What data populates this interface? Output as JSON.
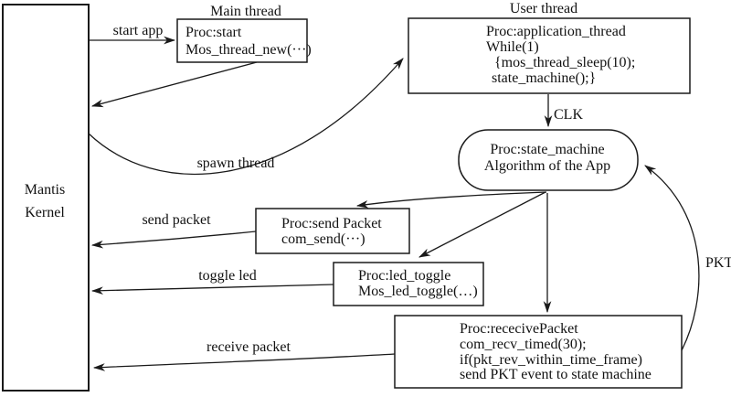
{
  "diagram": {
    "colors": {
      "ink": "#111111",
      "background": "#ffffff"
    },
    "kernel": {
      "label_line1": "Mantis",
      "label_line2": "Kernel"
    },
    "main_thread": {
      "title": "Main thread",
      "lines": [
        "Proc:start",
        "Mos_thread_new(···)"
      ]
    },
    "user_thread": {
      "title": "User thread",
      "lines": [
        "Proc:application_thread",
        "While(1)",
        "{mos_thread_sleep(10);",
        "state_machine();}"
      ]
    },
    "state_machine": {
      "lines": [
        "Proc:state_machine",
        "Algorithm of the App"
      ]
    },
    "send_packet_box": {
      "lines": [
        "Proc:send Packet",
        "com_send(···)"
      ]
    },
    "led_toggle_box": {
      "lines": [
        "Proc:led_toggle",
        "Mos_led_toggle(…)"
      ]
    },
    "receive_packet_box": {
      "lines": [
        "Proc:rececivePacket",
        "com_recv_timed(30);",
        "if(pkt_rev_within_time_frame)",
        "send PKT event to state machine"
      ]
    },
    "edge_labels": {
      "start_app": "start app",
      "spawn_thread": "spawn thread",
      "send_packet": "send packet",
      "toggle_led": "toggle led",
      "receive_packet": "receive packet",
      "clk": "CLK",
      "pkt": "PKT"
    }
  }
}
